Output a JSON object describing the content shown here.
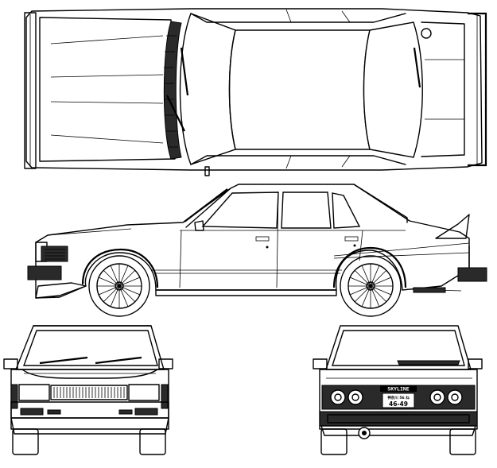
{
  "views": {
    "top": "top",
    "side": "side",
    "front": "front",
    "rear": "rear"
  },
  "rear_badge": "SKYLINE",
  "plate": {
    "region": "神奈川 56 ね",
    "number": "46-49"
  },
  "colors": {
    "line": "#000000",
    "background": "#ffffff"
  }
}
